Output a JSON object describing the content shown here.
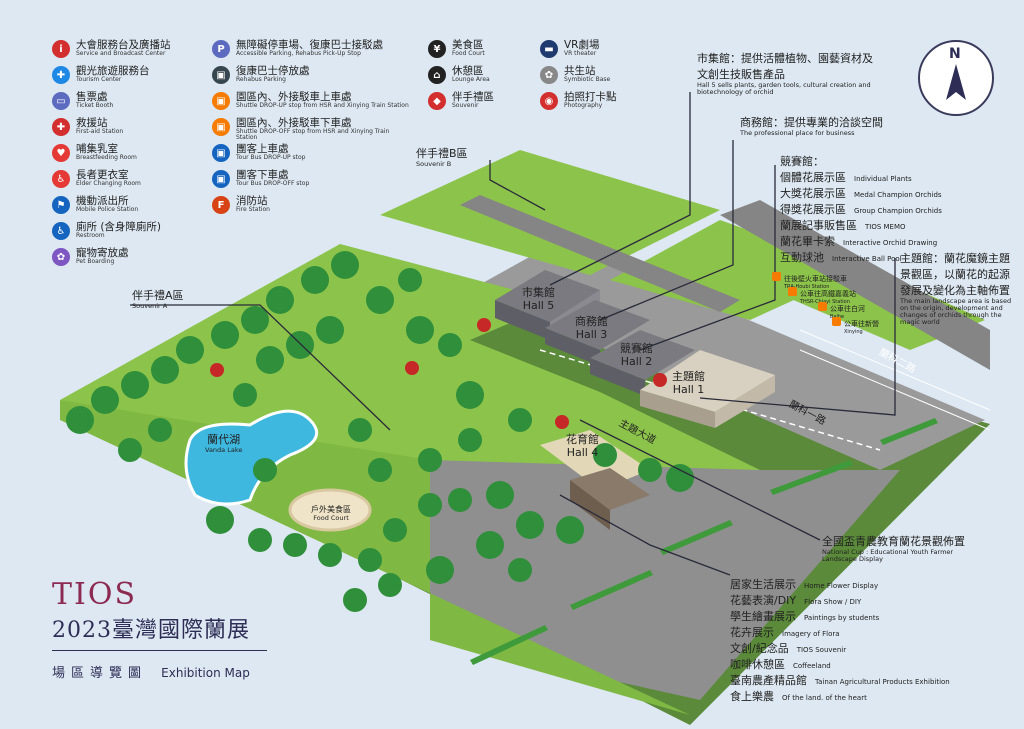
{
  "legend": {
    "col1": [
      {
        "zh": "大會服務台及廣播站",
        "en": "Service and Broadcast Center",
        "icon": "info-icon",
        "color": "#d32f2f",
        "glyph": "i"
      },
      {
        "zh": "觀光旅遊服務台",
        "en": "Tourism Center",
        "icon": "tourism-icon",
        "color": "#1e88e5",
        "glyph": "✚"
      },
      {
        "zh": "售票處",
        "en": "Ticket Booth",
        "icon": "ticket-icon",
        "color": "#5c6bc0",
        "glyph": "▭"
      },
      {
        "zh": "救援站",
        "en": "First-aid Station",
        "icon": "first-aid-icon",
        "color": "#d32f2f",
        "glyph": "✚"
      },
      {
        "zh": "哺集乳室",
        "en": "Breastfeeding Room",
        "icon": "breastfeeding-icon",
        "color": "#e53935",
        "glyph": "♥"
      },
      {
        "zh": "長者更衣室",
        "en": "Elder Changing Room",
        "icon": "elder-icon",
        "color": "#e53935",
        "glyph": "♿"
      },
      {
        "zh": "機動派出所",
        "en": "Mobile Police Station",
        "icon": "police-icon",
        "color": "#1565c0",
        "glyph": "⚑"
      },
      {
        "zh": "廁所 (含身障廁所)",
        "en": "Restroom",
        "icon": "restroom-icon",
        "color": "#1565c0",
        "glyph": "♿"
      },
      {
        "zh": "寵物寄放處",
        "en": "Pet Boarding",
        "icon": "pet-icon",
        "color": "#7e57c2",
        "glyph": "✿"
      }
    ],
    "col2": [
      {
        "zh": "無障礙停車場、復康巴士接駁處",
        "en": "Accessible Parking, Rehabus Pick-Up Stop",
        "icon": "accessible-parking-icon",
        "color": "#5c6bc0",
        "glyph": "P"
      },
      {
        "zh": "復康巴士停放處",
        "en": "Rehabus Parking",
        "icon": "rehabus-icon",
        "color": "#37474f",
        "glyph": "▣"
      },
      {
        "zh": "園區內、外接駁車上車處",
        "en": "Shuttle DROP-UP stop from HSR and Xinying Train Station",
        "icon": "shuttle-up-icon",
        "color": "#f57c00",
        "glyph": "▣"
      },
      {
        "zh": "園區內、外接駁車下車處",
        "en": "Shuttle DROP-OFF stop from HSR and Xinying Train Station",
        "icon": "shuttle-off-icon",
        "color": "#f57c00",
        "glyph": "▣"
      },
      {
        "zh": "團客上車處",
        "en": "Tour Bus DROP-UP stop",
        "icon": "tour-bus-up-icon",
        "color": "#1565c0",
        "glyph": "▣"
      },
      {
        "zh": "團客下車處",
        "en": "Tour Bus DROP-OFF stop",
        "icon": "tour-bus-off-icon",
        "color": "#1565c0",
        "glyph": "▣"
      },
      {
        "zh": "消防站",
        "en": "Fire Station",
        "icon": "fire-station-icon",
        "color": "#d84315",
        "glyph": "F"
      }
    ],
    "col3": [
      {
        "zh": "美食區",
        "en": "Food Court",
        "icon": "food-icon",
        "color": "#222",
        "glyph": "¥"
      },
      {
        "zh": "休憩區",
        "en": "Lounge Area",
        "icon": "lounge-icon",
        "color": "#222",
        "glyph": "⌂"
      },
      {
        "zh": "伴手禮區",
        "en": "Souvenir",
        "icon": "souvenir-icon",
        "color": "#d32f2f",
        "glyph": "◆"
      }
    ],
    "col4": [
      {
        "zh": "VR劇場",
        "en": "VR theater",
        "icon": "vr-icon",
        "color": "#1e3a6e",
        "glyph": "▬"
      },
      {
        "zh": "共生站",
        "en": "Symbiotic Base",
        "icon": "symbiotic-icon",
        "color": "#888",
        "glyph": "✿"
      },
      {
        "zh": "拍照打卡點",
        "en": "Photography",
        "icon": "photo-icon",
        "color": "#d32f2f",
        "glyph": "◉"
      }
    ]
  },
  "callouts": {
    "hall5": {
      "zh": "市集館：提供活體植物、園藝資材及文創生技販售產品",
      "zh1": "市集館：提供活體植物、園藝資材及",
      "zh2": "文創生技販售產品",
      "en1": "Hall 5 sells plants, garden tools, cultural creation and",
      "en2": "biotechnology of orchid"
    },
    "hall3": {
      "zh": "商務館：提供專業的洽談空間",
      "en": "The professional place for business"
    },
    "hall2_title": "競賽館：",
    "hall2_items": [
      {
        "zh": "個體花展示區",
        "en": "Individual Plants"
      },
      {
        "zh": "大獎花展示區",
        "en": "Medal Champion Orchids"
      },
      {
        "zh": "得獎花展示區",
        "en": "Group Champion Orchids"
      },
      {
        "zh": "蘭展記事販售區",
        "en": "TIOS MEMO"
      },
      {
        "zh": "蘭花畢卡索",
        "en": "Interactive Orchid Drawing"
      },
      {
        "zh": "互動球池",
        "en": "Interactive Ball Pool"
      }
    ],
    "hall1": {
      "zh1": "主題館：蘭花魔鏡主題",
      "zh2": "景觀區，以蘭花的起源",
      "zh3": "發展及變化為主軸佈置",
      "en1": "The main landscape area is based",
      "en2": "on the origin, development and",
      "en3": "changes of orchids through the",
      "en4": "magic world"
    },
    "souvenirB": {
      "zh": "伴手禮B區",
      "en": "Souvenir B"
    },
    "souvenirA": {
      "zh": "伴手禮A區",
      "en": "Souvenir A"
    },
    "national_cup": {
      "zh": "全國盃青農教育蘭花景觀佈置",
      "en1": "National Cup : Educational Youth Farmer",
      "en2": "Landscape Display"
    },
    "hall4_items": [
      {
        "zh": "居家生活展示",
        "en": "Home Flower Display"
      },
      {
        "zh": "花藝表演/DIY",
        "en": "Flora Show / DIY"
      },
      {
        "zh": "學生繪畫展示",
        "en": "Paintings by students"
      },
      {
        "zh": "花卉展示",
        "en": "Imagery of Flora"
      },
      {
        "zh": "文創/紀念品",
        "en": "TIOS Souvenir"
      },
      {
        "zh": "咖啡休憩區",
        "en": "Coffeeland"
      },
      {
        "zh": "臺南農產精品館",
        "en": "Tainan Agricultural Products Exhibition"
      },
      {
        "zh": "食上樂農",
        "en": "Of the land. of the heart"
      }
    ]
  },
  "halls": {
    "h5": {
      "zh": "市集館",
      "en": "Hall 5"
    },
    "h3": {
      "zh": "商務館",
      "en": "Hall 3"
    },
    "h2": {
      "zh": "競賽館",
      "en": "Hall 2"
    },
    "h1": {
      "zh": "主題館",
      "en": "Hall 1"
    },
    "h4": {
      "zh": "花育館",
      "en": "Hall 4"
    }
  },
  "places": {
    "lake_zh": "蘭代湖",
    "lake_en": "Vanda Lake",
    "foodcourt_zh": "戶外美食區",
    "foodcourt_en": "Food Court",
    "avenue": "主題大道",
    "road1": "蘭科一路",
    "road2": "蘭科二路"
  },
  "stops": [
    {
      "zh": "往後壁火車站接駁車",
      "en": "TRA-Houbi Station"
    },
    {
      "zh": "公車往高鐵嘉義站",
      "en": "THSR-Chiayi Station"
    },
    {
      "zh": "公車往白河",
      "en": "Baihe"
    },
    {
      "zh": "公車往新營",
      "en": "Xinying"
    }
  ],
  "compass": "N",
  "brand": {
    "tios": "TIOS",
    "title": "2023臺灣國際蘭展",
    "sub": "場區導覽圖",
    "sub_en": "Exhibition Map"
  }
}
